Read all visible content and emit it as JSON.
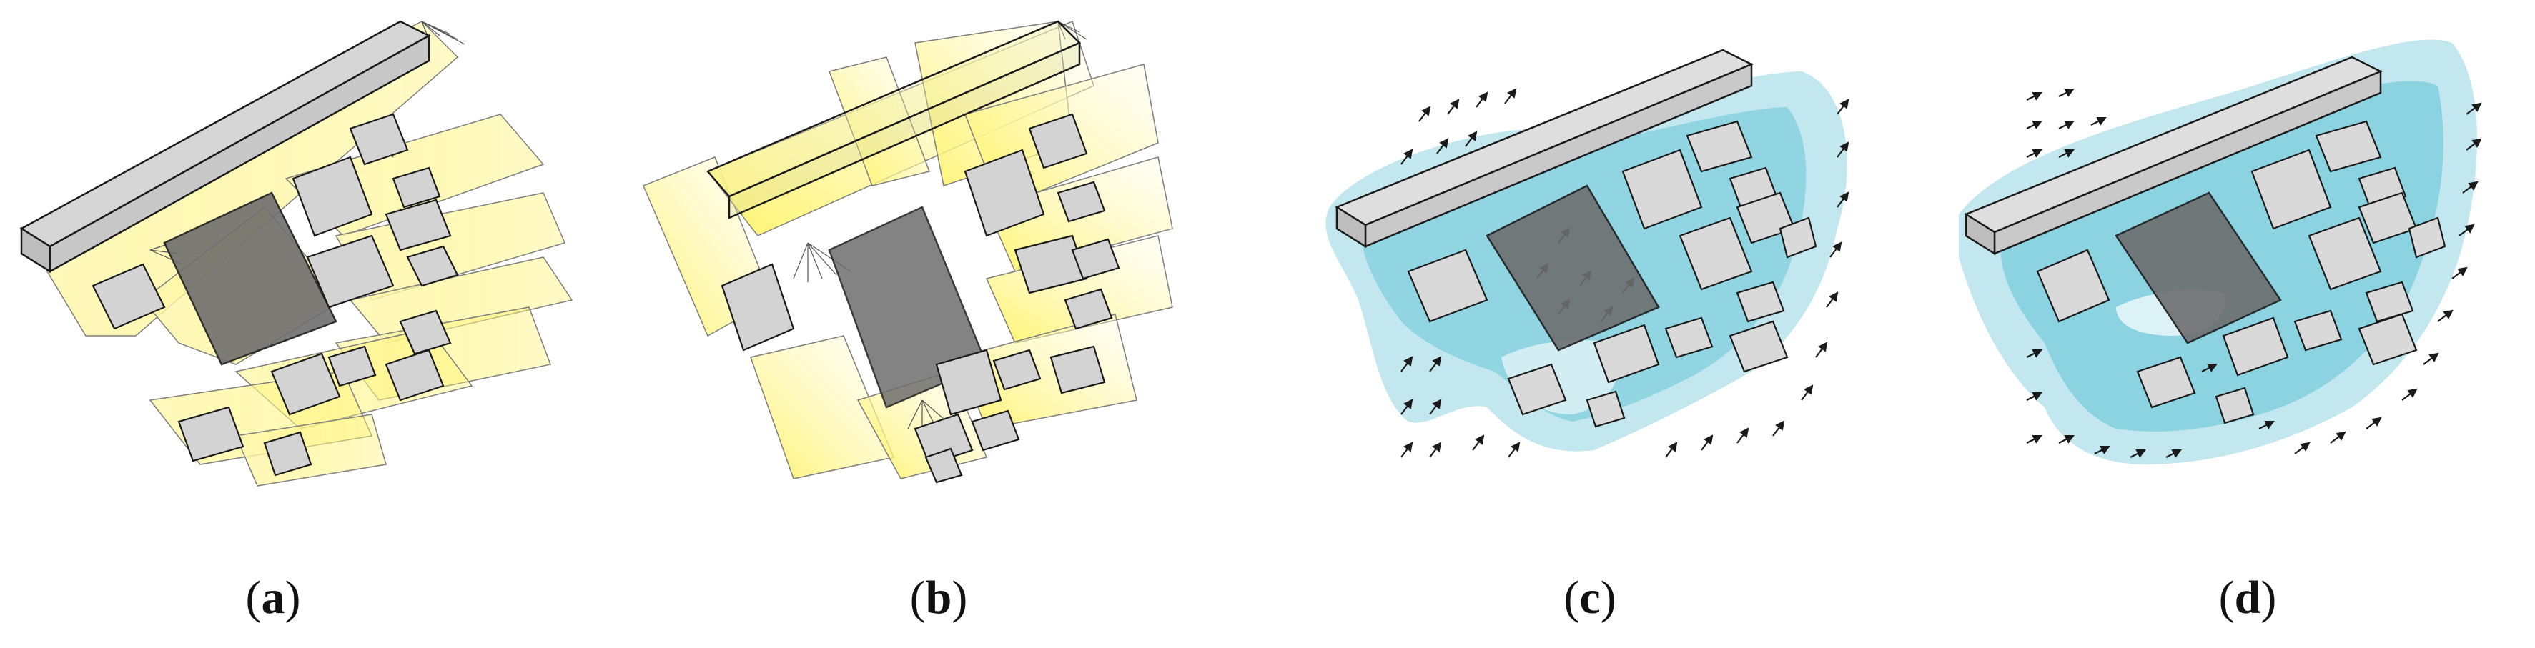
{
  "panels": [
    {
      "open": "(",
      "letter": "a",
      "close": ")"
    },
    {
      "open": "(",
      "letter": "b",
      "close": ")"
    },
    {
      "open": "(",
      "letter": "c",
      "close": ")"
    },
    {
      "open": "(",
      "letter": "d",
      "close": ")"
    }
  ],
  "colors": {
    "shadow_fill": "#f7f08a",
    "shadow_glow": "#fff25a",
    "wind_fill": "#8fd3e0",
    "wind_fill_dark": "#56bfd3",
    "building_top": "#d6d6d6",
    "building_side": "#bdbdbd",
    "site_fill": "#6e6e6e",
    "outline": "#1a1a1a"
  }
}
